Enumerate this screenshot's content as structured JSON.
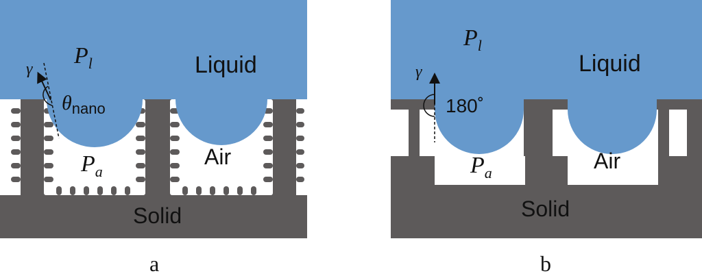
{
  "panel_a": {
    "pressure_liquid_symbol": "P",
    "pressure_liquid_subscript": "l",
    "liquid_label": "Liquid",
    "gamma_symbol": "γ",
    "theta_symbol": "θ",
    "theta_subscript": "nano",
    "pressure_air_symbol": "P",
    "pressure_air_subscript": "a",
    "air_label": "Air",
    "solid_label": "Solid",
    "caption": "a"
  },
  "panel_b": {
    "pressure_liquid_symbol": "P",
    "pressure_liquid_subscript": "l",
    "liquid_label": "Liquid",
    "gamma_symbol": "γ",
    "angle_label": "180˚",
    "pressure_air_symbol": "P",
    "pressure_air_subscript": "a",
    "air_label": "Air",
    "solid_label": "Solid",
    "caption": "b"
  },
  "colors": {
    "liquid": "#6699cc",
    "solid": "#5d5a5a",
    "air": "#ffffff"
  }
}
